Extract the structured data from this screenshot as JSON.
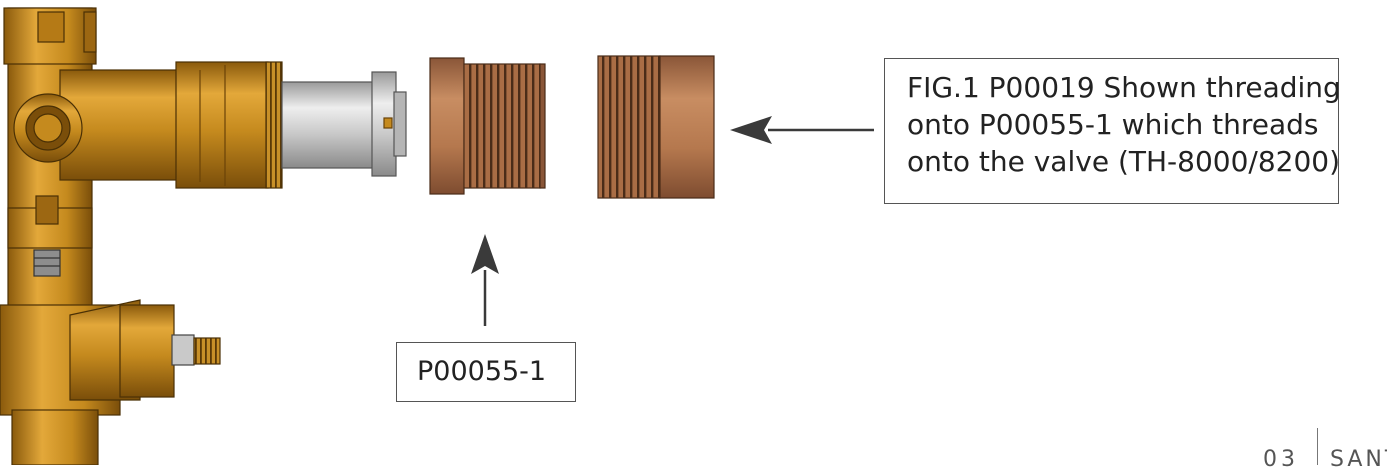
{
  "callouts": {
    "figure_caption": {
      "line1": "FIG.1 P00019 Shown threading",
      "line2": "onto P00055-1 which threads",
      "line3": "onto the valve (TH-8000/8200)"
    },
    "part_label": "P00055-1"
  },
  "footer": {
    "page_number": "03",
    "brand": "SANTEC"
  },
  "colors": {
    "brass": "#c58a1e",
    "brass_dark": "#6a4308",
    "bronze": "#b5784e",
    "bronze_dark": "#5a3822",
    "chrome": "#c9c9c9",
    "arrow": "#3a3a3a"
  },
  "parts": [
    "valve-body",
    "valve-cartridge",
    "p00055-1-sleeve",
    "p00019-trim-sleeve"
  ]
}
